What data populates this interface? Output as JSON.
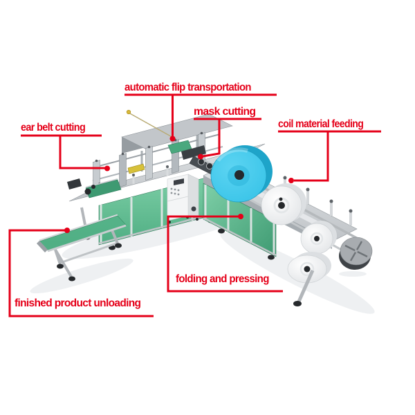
{
  "page": {
    "background": "#ffffff",
    "type": "annotated machine diagram"
  },
  "labels": {
    "automatic_flip": "automatic flip transportation",
    "mask_cutting": "mask cutting",
    "ear_belt": "ear belt cutting",
    "coil_feeding": "coil material feeding",
    "folding_pressing": "folding and pressing",
    "finished_unloading": "finished product unloading"
  },
  "colors": {
    "label_red": "#e50019",
    "machine_green_light": "#7fd0a8",
    "machine_green": "#55b389",
    "machine_green_dark": "#3e9a72",
    "belt_green": "#4fae83",
    "silver_light": "#dfe2e4",
    "silver": "#c0c4c8",
    "silver_dark": "#9aa0a5",
    "steel_dark": "#3a3f44",
    "blue_roll": "#35c2e7",
    "blue_roll_dark": "#1ea4c9",
    "white_roll": "#f7f8f9",
    "disc_gray": "#a8acb0",
    "shadow": "#eef0f2"
  },
  "machine_parts": [
    "ear-belt-cutting-station",
    "automatic-flip-platform",
    "mask-cutting-rollers",
    "blue-material-coil",
    "white-material-coils",
    "coil-tension-disc",
    "control-box",
    "folding-and-pressing-unit",
    "finished-product-conveyor"
  ]
}
